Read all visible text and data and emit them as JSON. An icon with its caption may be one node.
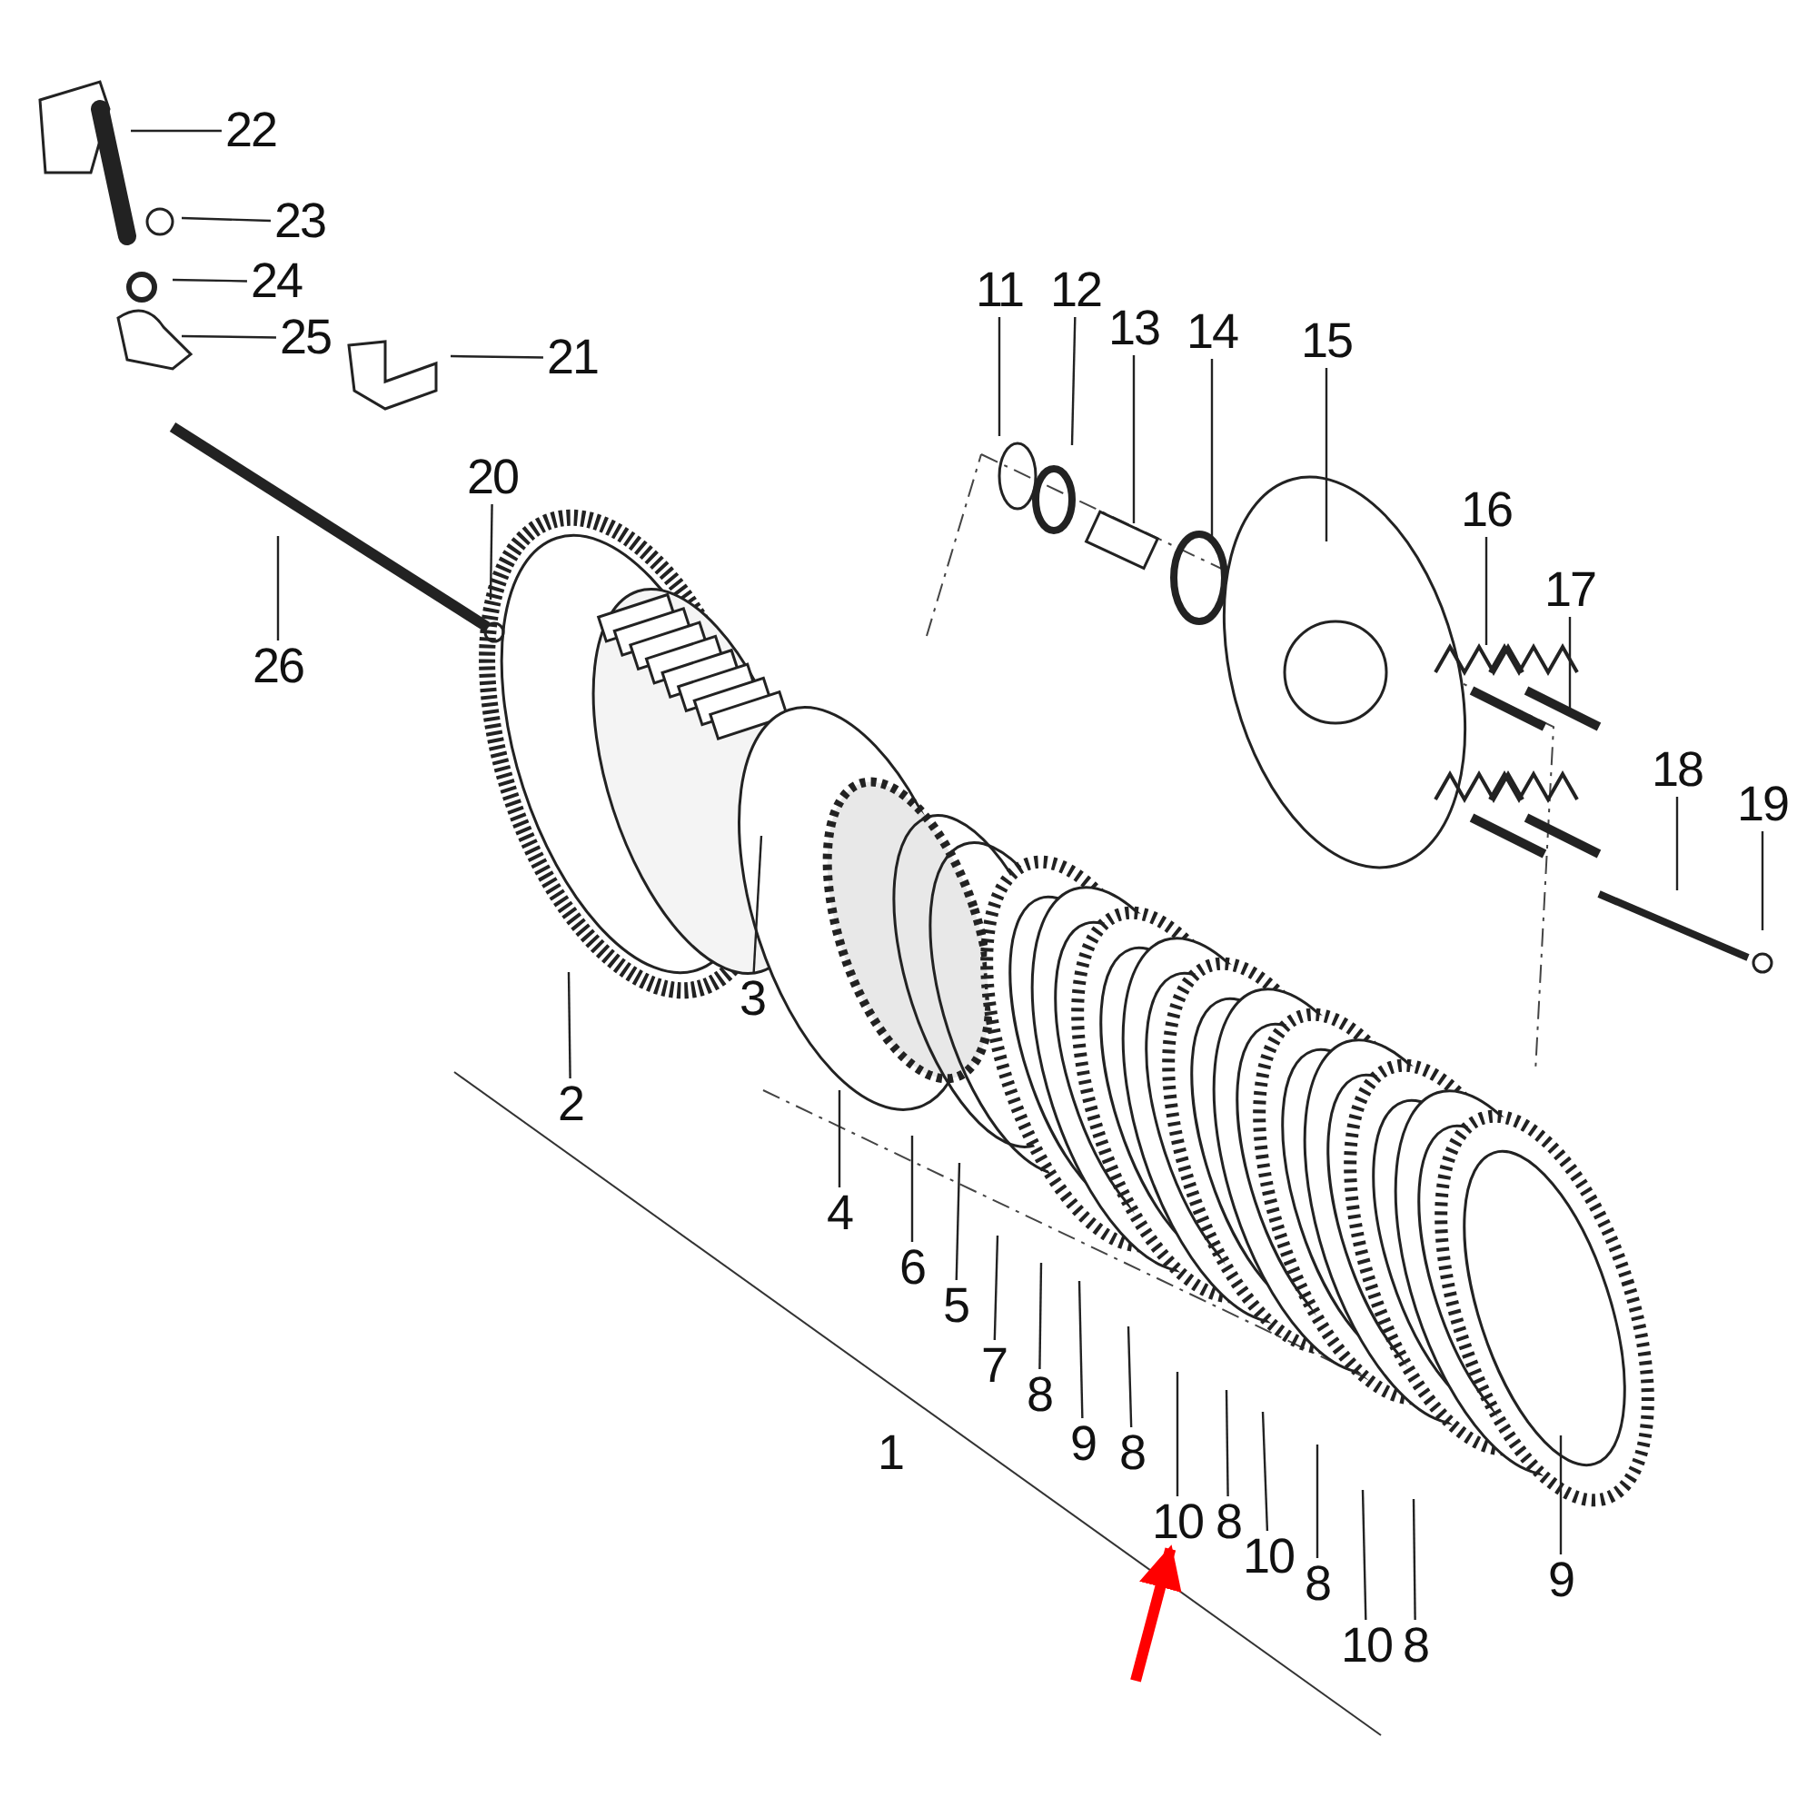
{
  "diagram": {
    "nodes": [
      {
        "text": [
          "22"
        ]
      },
      {
        "text": [
          "23"
        ]
      },
      {
        "text": [
          "24"
        ]
      },
      {
        "text": [
          "25"
        ]
      },
      {
        "text": [
          "21"
        ]
      },
      {
        "text": [
          "20"
        ]
      },
      {
        "text": [
          "26"
        ]
      },
      {
        "text": [
          "11"
        ]
      },
      {
        "text": [
          "12"
        ]
      },
      {
        "text": [
          "13"
        ]
      },
      {
        "text": [
          "14"
        ]
      },
      {
        "text": [
          "15"
        ]
      },
      {
        "text": [
          "16"
        ]
      },
      {
        "text": [
          "17"
        ]
      },
      {
        "text": [
          "18"
        ]
      },
      {
        "text": [
          "19"
        ]
      },
      {
        "text": [
          "2"
        ]
      },
      {
        "text": [
          "3"
        ]
      },
      {
        "text": [
          "4"
        ]
      },
      {
        "text": [
          "6"
        ]
      },
      {
        "text": [
          "5"
        ]
      },
      {
        "text": [
          "7"
        ]
      },
      {
        "text": [
          "8"
        ]
      },
      {
        "text": [
          "9"
        ]
      },
      {
        "text": [
          "8"
        ]
      },
      {
        "text": [
          "10"
        ]
      },
      {
        "text": [
          "8"
        ]
      },
      {
        "text": [
          "10"
        ]
      },
      {
        "text": [
          "8"
        ]
      },
      {
        "text": [
          "10"
        ]
      },
      {
        "text": [
          "8"
        ]
      },
      {
        "text": [
          "9"
        ]
      }
    ],
    "edges": [
      {
        "from": 0,
        "to": null,
        "arrow": "none"
      },
      {
        "from": 1,
        "to": null,
        "arrow": "none"
      },
      {
        "from": 2,
        "to": null,
        "arrow": "none"
      },
      {
        "from": 3,
        "to": null,
        "arrow": "none"
      },
      {
        "from": 4,
        "to": null,
        "arrow": "none"
      },
      {
        "from": 5,
        "to": null,
        "arrow": "none"
      },
      {
        "from": 6,
        "to": null,
        "arrow": "none"
      },
      {
        "from": 7,
        "to": null,
        "arrow": "none"
      },
      {
        "from": 8,
        "to": null,
        "arrow": "none"
      },
      {
        "from": 9,
        "to": null,
        "arrow": "none"
      },
      {
        "from": 10,
        "to": null,
        "arrow": "none"
      },
      {
        "from": 11,
        "to": null,
        "arrow": "none"
      },
      {
        "from": 12,
        "to": null,
        "arrow": "none"
      },
      {
        "from": 13,
        "to": null,
        "arrow": "none"
      },
      {
        "from": 14,
        "to": null,
        "arrow": "none"
      },
      {
        "from": 15,
        "to": null,
        "arrow": "none"
      },
      {
        "from": 16,
        "to": null,
        "arrow": "none"
      },
      {
        "from": 17,
        "to": null,
        "arrow": "none"
      },
      {
        "from": 18,
        "to": null,
        "arrow": "none"
      },
      {
        "from": 19,
        "to": null,
        "arrow": "none"
      },
      {
        "from": 20,
        "to": null,
        "arrow": "none"
      },
      {
        "from": 21,
        "to": null,
        "arrow": "none"
      },
      {
        "from": 22,
        "to": null,
        "arrow": "none"
      },
      {
        "from": 23,
        "to": null,
        "arrow": "none"
      },
      {
        "from": 24,
        "to": null,
        "arrow": "none"
      },
      {
        "from": 25,
        "to": null,
        "arrow": "none"
      },
      {
        "from": 26,
        "to": null,
        "arrow": "none"
      },
      {
        "from": 27,
        "to": null,
        "arrow": "none"
      },
      {
        "from": 28,
        "to": null,
        "arrow": "none"
      },
      {
        "from": 29,
        "to": null,
        "arrow": "none"
      },
      {
        "from": 30,
        "to": null,
        "arrow": "none"
      },
      {
        "from": 31,
        "to": null,
        "arrow": "none"
      },
      {
        "from": null,
        "to": 25,
        "arrow": "to",
        "style": "thick",
        "color": "#ff0000"
      }
    ],
    "labels": [
      "1"
    ]
  }
}
